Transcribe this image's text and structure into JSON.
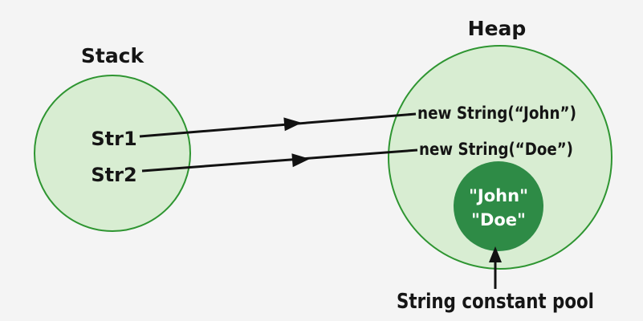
{
  "colors": {
    "background": "#f4f4f4",
    "region_fill": "#d8edd2",
    "region_stroke": "#2e9531",
    "pool_fill": "#2e8b46",
    "pool_text": "#ffffff",
    "arrow": "#121212",
    "label_text": "#151515"
  },
  "stack": {
    "title": "Stack",
    "vars": [
      "Str1",
      "Str2"
    ]
  },
  "heap": {
    "title": "Heap",
    "objects": [
      "new String(“John”)",
      "new String(“Doe”)"
    ]
  },
  "pool": {
    "values": [
      "\"John\"",
      "\"Doe\""
    ],
    "caption": "String constant pool"
  }
}
